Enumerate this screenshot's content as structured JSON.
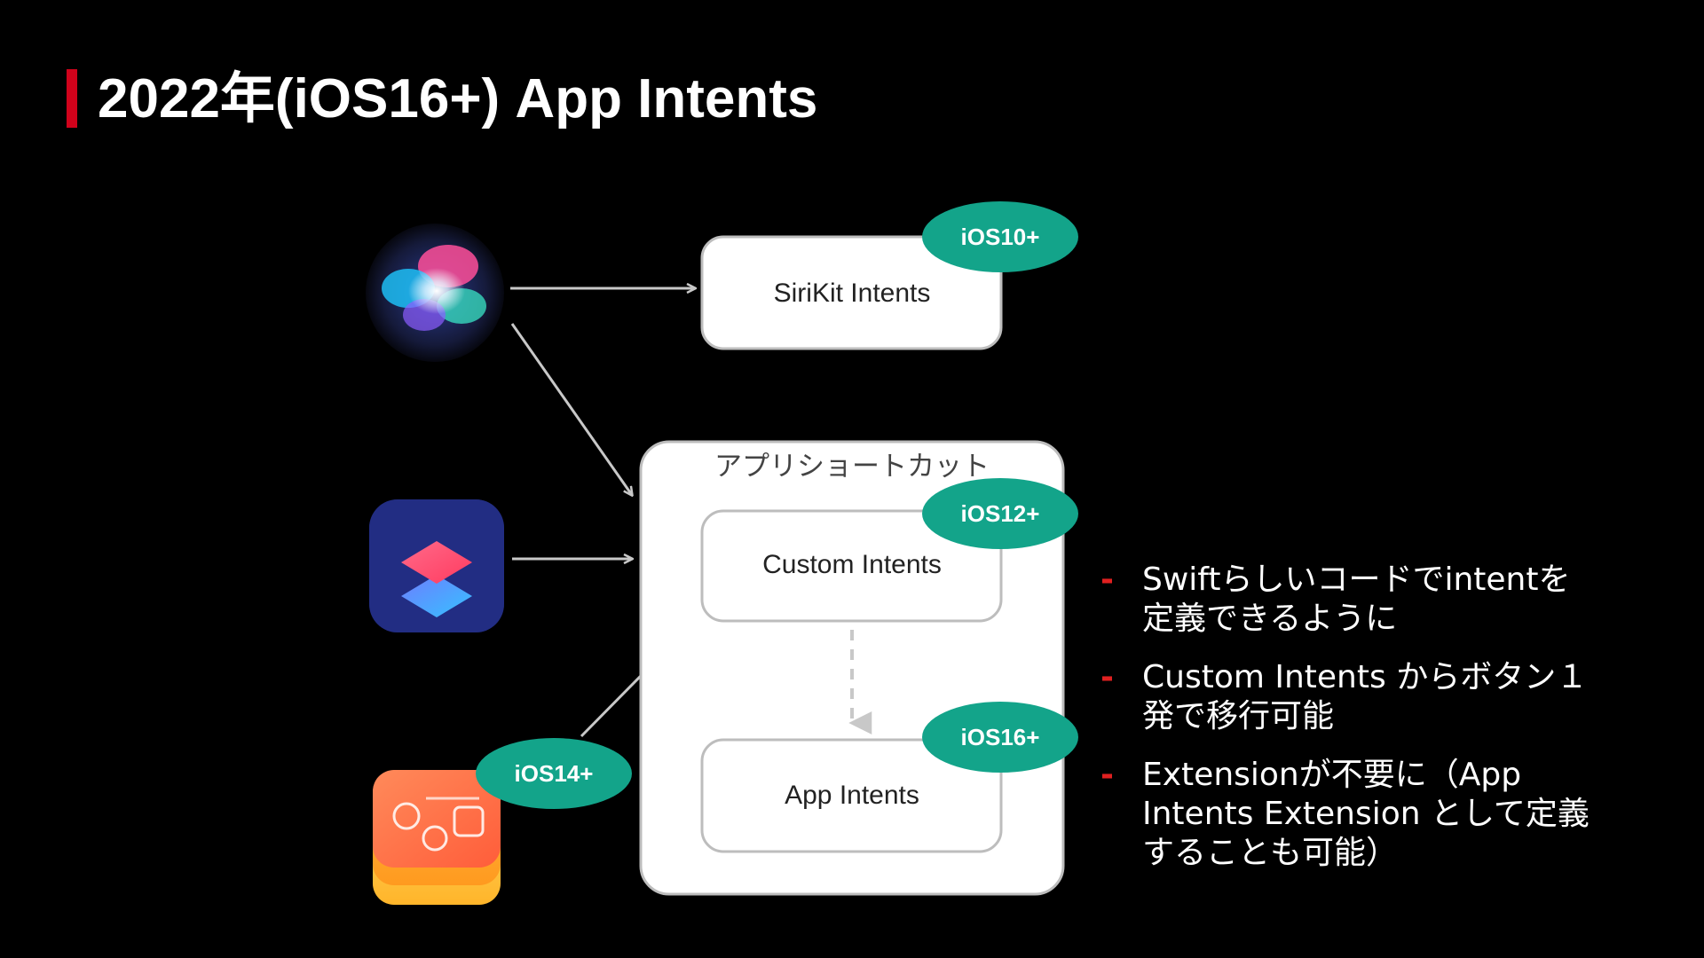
{
  "title": "2022年(iOS16+) App Intents",
  "colors": {
    "background": "#000000",
    "accent_red": "#d0021b",
    "badge_teal": "#13a48a",
    "box_fill": "#ffffff",
    "box_border": "#bdbdbd",
    "arrow": "#c8c8c8"
  },
  "icons": {
    "siri": "siri-icon",
    "shortcuts": "shortcuts-app-icon",
    "widgets": "widgetkit-icon"
  },
  "boxes": {
    "sirikit": "SiriKit Intents",
    "container_title": "アプリショートカット",
    "custom": "Custom Intents",
    "app_intents": "App Intents"
  },
  "badges": {
    "ios10": "iOS10+",
    "ios12": "iOS12+",
    "ios16": "iOS16+",
    "ios14": "iOS14+"
  },
  "notes": {
    "bullet": "-",
    "items": [
      "Swiftらしいコードでintentを定義できるように",
      "Custom Intents からボタン１発で移行可能",
      "Extensionが不要に（App Intents Extension として定義することも可能）"
    ]
  }
}
